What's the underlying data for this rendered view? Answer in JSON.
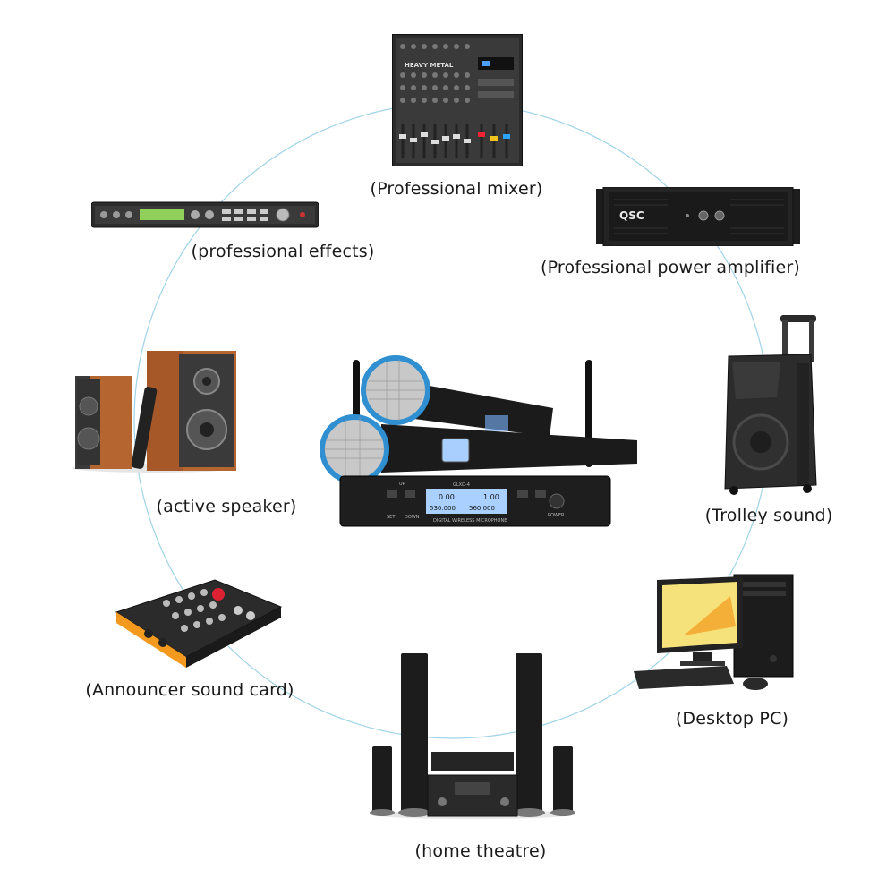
{
  "devices": [
    {
      "id": "mixer",
      "label": "(Professional mixer)",
      "icon": "mixer-icon",
      "brand_text": "HEAVY METAL"
    },
    {
      "id": "amplifier",
      "label": "(Professional power amplifier)",
      "icon": "power-amplifier-icon",
      "brand_text": "QSC"
    },
    {
      "id": "trolley",
      "label": "(Trolley sound)",
      "icon": "trolley-speaker-icon"
    },
    {
      "id": "desktop",
      "label": "(Desktop PC)",
      "icon": "desktop-pc-icon"
    },
    {
      "id": "theatre",
      "label": "(home theatre)",
      "icon": "home-theatre-icon"
    },
    {
      "id": "soundcard",
      "label": "(Announcer sound card)",
      "icon": "sound-card-icon"
    },
    {
      "id": "speaker",
      "label": "(active speaker)",
      "icon": "active-speaker-icon"
    },
    {
      "id": "effects",
      "label": "(professional effects)",
      "icon": "effects-processor-icon"
    }
  ],
  "center": {
    "icon": "wireless-microphone-receiver-icon",
    "model_text": "GLXD-4",
    "display_left": "0.00",
    "display_right": "1.00",
    "freq_left": "530.000",
    "freq_right": "560.000",
    "panel_text": "DIGITAL WIRELESS MICROPHONE",
    "power_label": "POWER",
    "up_label": "UP",
    "down_label": "DOWN",
    "set_label": "SET"
  },
  "colors": {
    "ring": "#9fd3e6",
    "label": "#1a1a1a",
    "wood": "#b5652f",
    "accent_orange": "#f39a1e",
    "mic_ring": "#2f8fd1"
  }
}
